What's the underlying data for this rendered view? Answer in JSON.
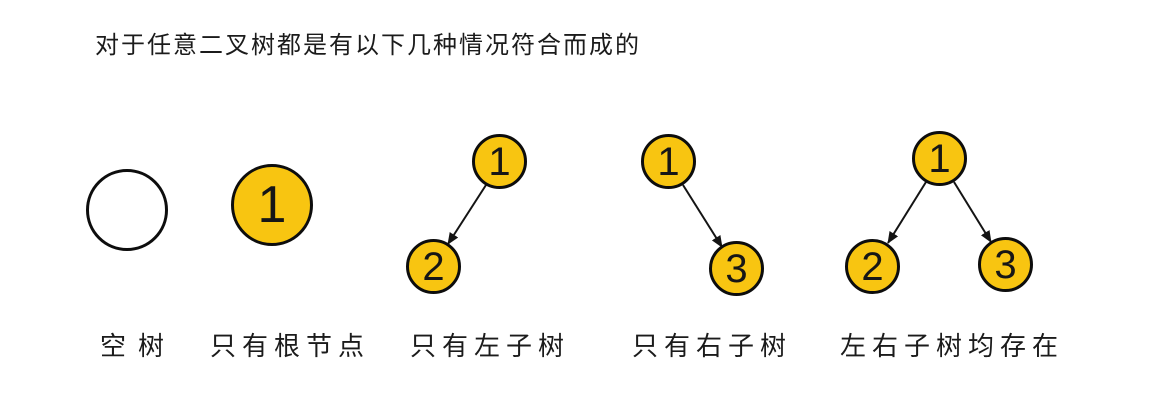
{
  "title": "对于任意二叉树都是有以下几种情况符合而成的",
  "colors": {
    "node_fill": "#F8C511",
    "node_stroke": "#0D0D0D",
    "empty_node_fill": "#FFFFFF",
    "text": "#1B1B1B"
  },
  "figures": [
    {
      "name": "empty-tree",
      "label": "空树",
      "nodes": []
    },
    {
      "name": "root-only",
      "label": "只有根节点",
      "nodes": [
        "1"
      ]
    },
    {
      "name": "left-subtree-only",
      "label": "只有左子树",
      "nodes": [
        "1",
        "2"
      ]
    },
    {
      "name": "right-subtree-only",
      "label": "只有右子树",
      "nodes": [
        "1",
        "3"
      ]
    },
    {
      "name": "both-subtrees",
      "label": "左右子树均存在",
      "nodes": [
        "1",
        "2",
        "3"
      ]
    }
  ]
}
